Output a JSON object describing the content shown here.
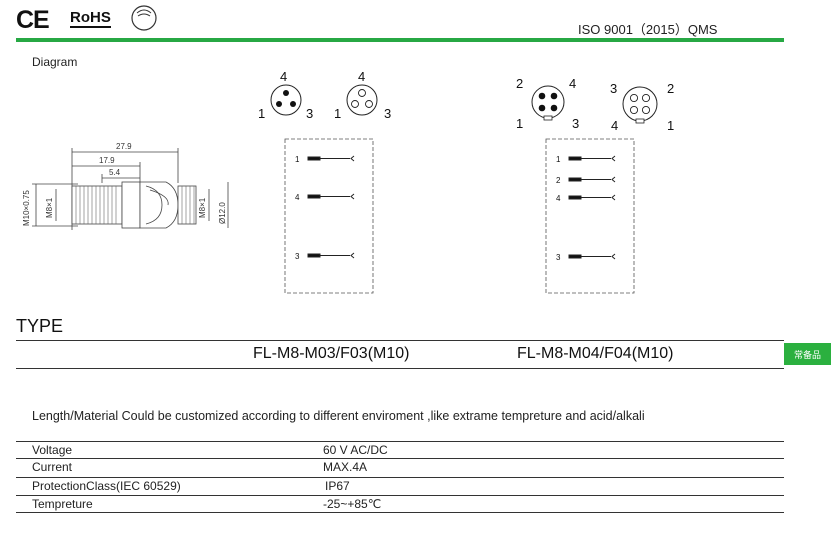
{
  "header": {
    "ce_mark": "CE",
    "rohs_mark": "RoHS",
    "ip_seal": "IP67",
    "certification": "ISO 9001（2015）QMS"
  },
  "diagram": {
    "label": "Diagram",
    "dimensions": {
      "overall_length": "27.9",
      "body_length": "17.9",
      "thread_length": "5.4",
      "left_thread": "M10×0.75",
      "inner_thread": "M8×1",
      "right_thread": "M8×1",
      "outer_diameter": "Ø12.0"
    },
    "connector_3pin": {
      "male_pins": [
        "4",
        "1",
        "3"
      ],
      "female_pins": [
        "4",
        "1",
        "3"
      ],
      "wiring_pins": [
        "1",
        "4",
        "3"
      ]
    },
    "connector_4pin": {
      "male_pins": [
        "2",
        "4",
        "1",
        "3"
      ],
      "female_pins": [
        "3",
        "2",
        "4",
        "1"
      ],
      "wiring_pins": [
        "1",
        "2",
        "4",
        "3"
      ]
    }
  },
  "type_section": {
    "title": "TYPE",
    "models": [
      "FL-M8-M03/F03(M10)",
      "FL-M8-M04/F04(M10)"
    ],
    "badge": "常备品"
  },
  "note": "Length/Material Could be customized according to different enviroment ,like extrame tempreture and acid/alkali",
  "specs": [
    {
      "name": "Voltage",
      "value": "60 V AC/DC"
    },
    {
      "name": "Current",
      "value": "MAX.4A"
    },
    {
      "name": "ProtectionClass(IEC 60529)",
      "value": "IP67"
    },
    {
      "name": "Tempreture",
      "value": "-25~+85℃"
    }
  ]
}
